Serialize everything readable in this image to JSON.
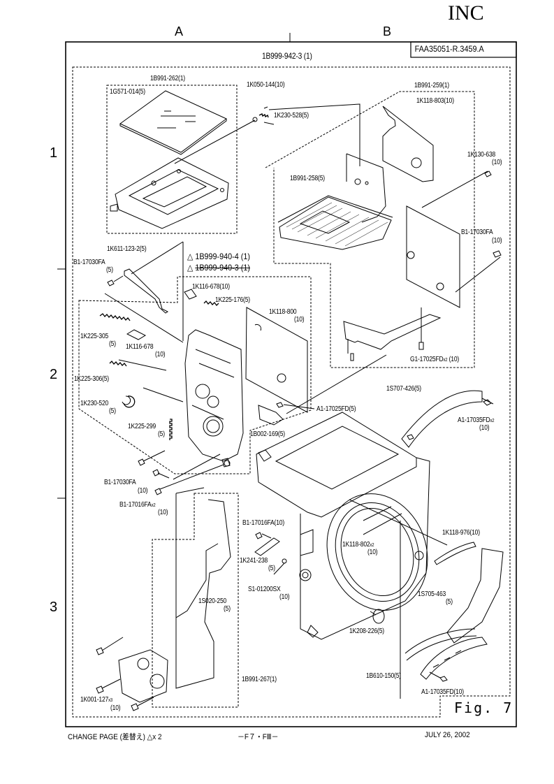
{
  "header": {
    "brand": "INC",
    "columns": [
      "A",
      "B"
    ],
    "rows": [
      "1",
      "2",
      "3"
    ],
    "document_id": "FAA35051-R.3459.A",
    "assembly_label": "1B999-942-3 (1)"
  },
  "revision": {
    "current": "1B999-940-4 (1)",
    "superseded": "1B999-940-3 (1)",
    "marker": "△"
  },
  "parts": {
    "p_1B991_262": "1B991-262(1)",
    "p_1G571_014": "1G571-014(5)",
    "p_1K050_144": "1K050-144(10)",
    "p_1K230_528": "1K230-528(5)",
    "p_1B991_259": "1B991-259(1)",
    "p_1K118_803": "1K118-803(10)",
    "p_1K130_638": "1K130-638",
    "p_1K130_638_qty": "(10)",
    "p_1B991_258": "1B991-258(5)",
    "p_B1_17030FA_r": "B1-17030FA",
    "p_B1_17030FA_r_qty": "(10)",
    "p_1K611_123_2": "1K611-123-2(5)",
    "p_B1_17030FA_l": "B1-17030FA",
    "p_B1_17030FA_l_qty": "(5)",
    "p_1K116_678_a": "1K116-678(10)",
    "p_1K225_176": "1K225-176(5)",
    "p_1K118_800": "1K118-800",
    "p_1K118_800_qty": "(10)",
    "p_1K225_305": "1K225-305",
    "p_1K225_305_qty": "(5)",
    "p_1K116_678_b": "1K116-678",
    "p_1K116_678_b_qty": "(10)",
    "p_1K225_306": "1K225-306(5)",
    "p_1K230_520": "1K230-520",
    "p_1K230_520_qty": "(5)",
    "p_1K225_299": "1K225-299",
    "p_1K225_299_qty": "(5)",
    "p_1B002_169": "1B002-169(5)",
    "p_A1_17025FD": "A1-17025FD(5)",
    "p_G1_17025FD": "G1-17025FD",
    "p_G1_17025FD_mult": "x2",
    "p_G1_17025FD_qty": "(10)",
    "p_1S707_426": "1S707-426(5)",
    "p_A1_17035FD_a": "A1-17035FD",
    "p_A1_17035FD_a_mult": "x2",
    "p_A1_17035FD_a_qty": "(10)",
    "p_B1_17030FA_b": "B1-17030FA",
    "p_B1_17030FA_b_qty": "(10)",
    "p_B1_17016FA_a": "B1-17016FA",
    "p_B1_17016FA_a_mult": "x2",
    "p_B1_17016FA_a_qty": "(10)",
    "p_B1_17016FA_b": "B1-17016FA(10)",
    "p_1K241_238": "1K241-238",
    "p_1K241_238_qty": "(5)",
    "p_S1_01200SX": "S1-01200SX",
    "p_S1_01200SX_qty": "(10)",
    "p_1K118_802": "1K118-802",
    "p_1K118_802_mult": "x2",
    "p_1K118_802_qty": "(10)",
    "p_1K118_976": "1K118-976(10)",
    "p_1S705_463": "1S705-463",
    "p_1S705_463_qty": "(5)",
    "p_1K208_226": "1K208-226(5)",
    "p_1S020_250": "1S020-250",
    "p_1S020_250_qty": "(5)",
    "p_1B991_267": "1B991-267(1)",
    "p_1K001_127": "1K001-127",
    "p_1K001_127_mult": "x3",
    "p_1K001_127_qty": "(10)",
    "p_1B610_150": "1B610-150(5)",
    "p_A1_17035FD_b": "A1-17035FD(10)"
  },
  "figure_label": "Fig. 7",
  "footer": {
    "change_page": "CHANGE PAGE (差替え) △x 2",
    "page_code": "－F７・FⅢ－",
    "date": "JULY 26, 2002"
  }
}
